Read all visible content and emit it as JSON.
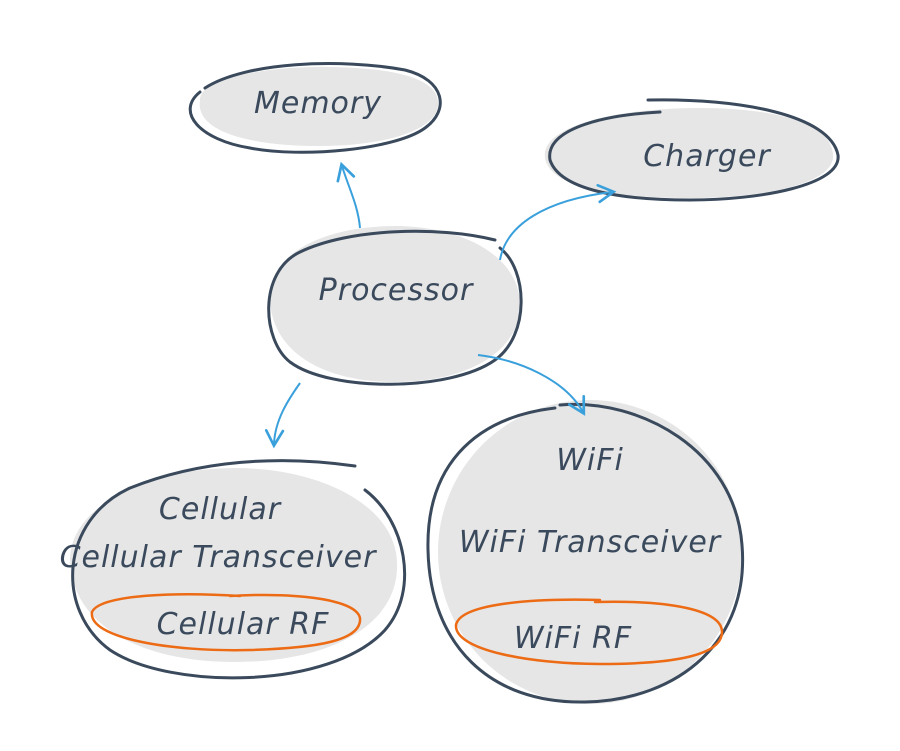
{
  "nodes": {
    "memory": "Memory",
    "charger": "Charger",
    "processor": "Processor",
    "cellular": {
      "title": "Cellular",
      "transceiver": "Cellular Transceiver",
      "rf": "Cellular RF"
    },
    "wifi": {
      "title": "WiFi",
      "transceiver": "WiFi Transceiver",
      "rf": "WiFi RF"
    }
  },
  "colors": {
    "node_fill": "#e6e6e6",
    "outline": "#3a4a5c",
    "arrow": "#3aa0dc",
    "rf_outline": "#ec6b14"
  }
}
